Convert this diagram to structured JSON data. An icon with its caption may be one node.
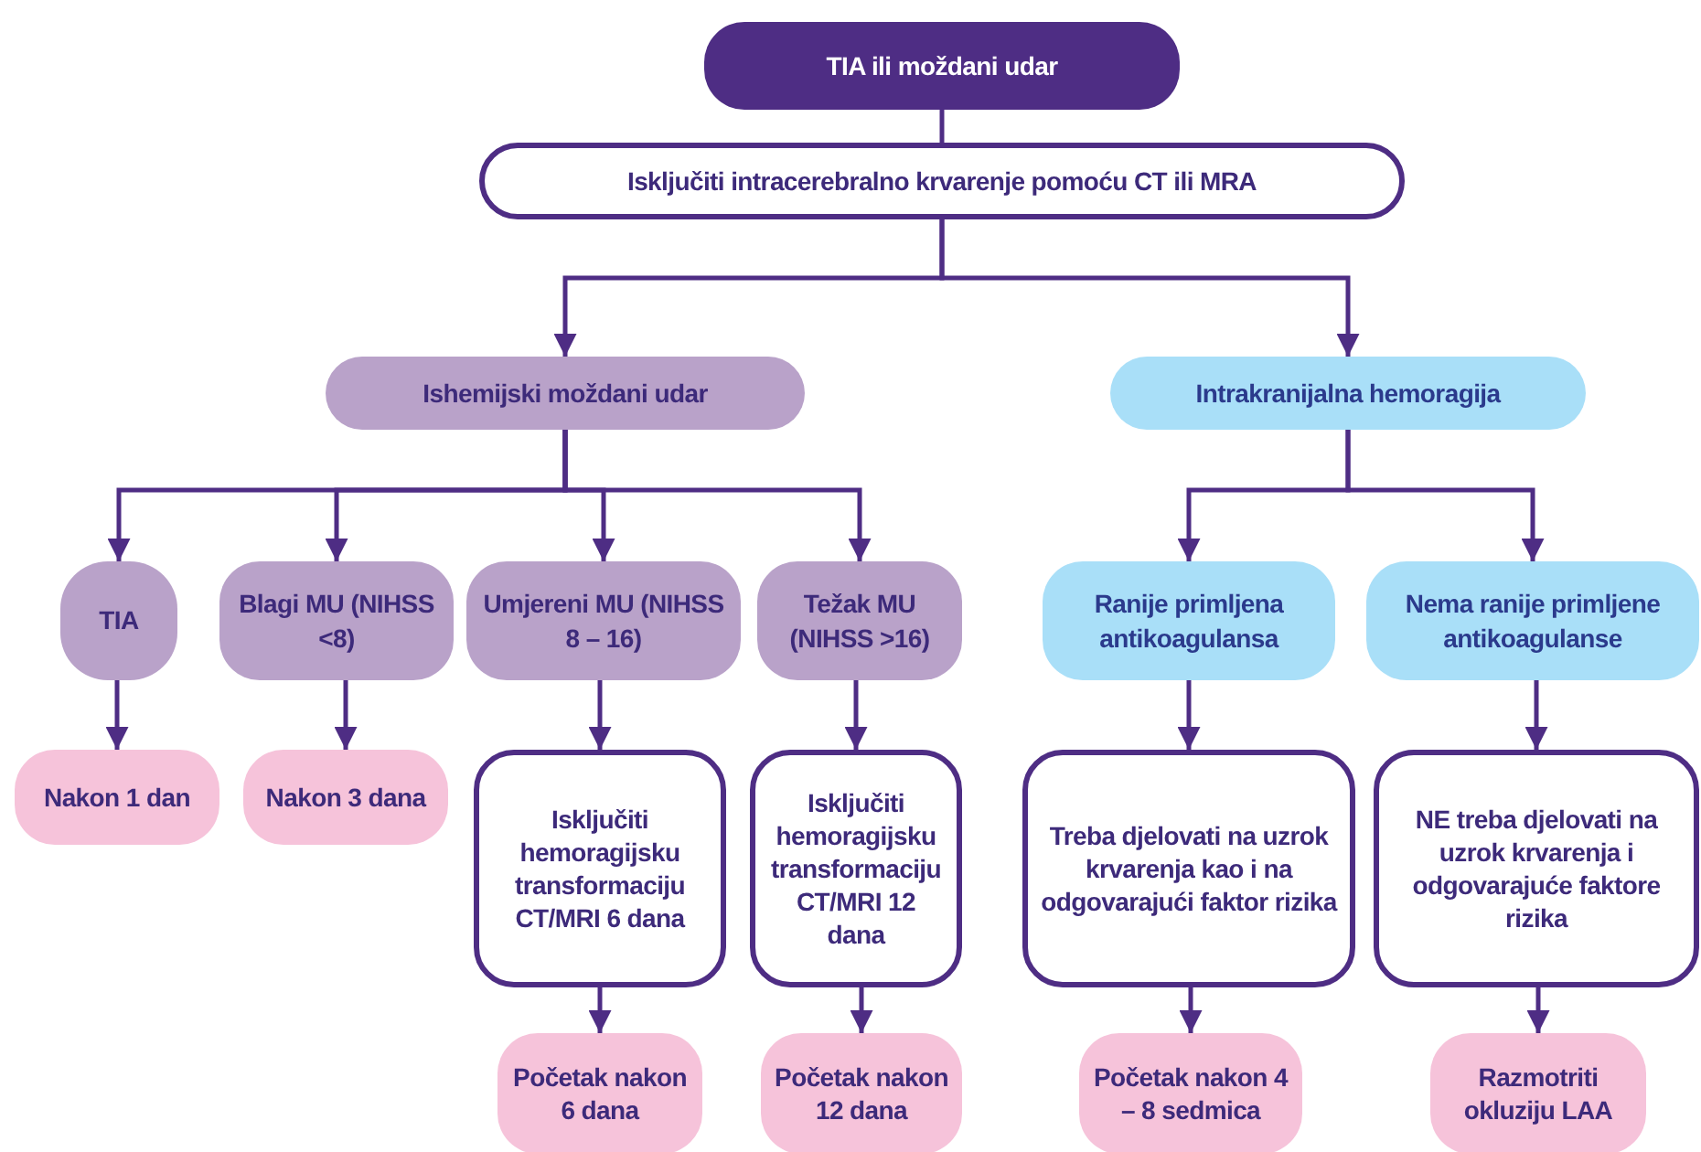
{
  "diagram": {
    "nodes": [
      {
        "text": [
          "TIA ili moždani udar"
        ]
      },
      {
        "text": [
          "Isključiti intracerebralno krvarenje pomoću CT ili MRA"
        ]
      },
      {
        "text": [
          "Ishemijski moždani udar"
        ]
      },
      {
        "text": [
          "Intrakranijalna hemoragija"
        ]
      },
      {
        "text": [
          "TIA"
        ]
      },
      {
        "text": [
          "Blagi MU (NIHSS <8)"
        ]
      },
      {
        "text": [
          "Umjereni MU (NIHSS 8 – 16)"
        ]
      },
      {
        "text": [
          "Težak MU (NIHSS >16)"
        ]
      },
      {
        "text": [
          "Ranije primljena antikoagulansa"
        ]
      },
      {
        "text": [
          "Nema ranije primljene antikoagulanse"
        ]
      },
      {
        "text": [
          "Nakon 1 dan"
        ]
      },
      {
        "text": [
          "Nakon 3 dana"
        ]
      },
      {
        "text": [
          "Isključiti hemoragijsku transformaciju CT/MRI 6 dana"
        ]
      },
      {
        "text": [
          "Isključiti hemoragijsku transformaciju CT/MRI 12 dana"
        ]
      },
      {
        "text": [
          "Treba djelovati na uzrok krvarenja kao i na odgovarajući faktor rizika"
        ]
      },
      {
        "text": [
          "NE treba djelovati na uzrok krvarenja i odgovarajuće faktore rizika"
        ]
      },
      {
        "text": [
          "Početak nakon 6 dana"
        ]
      },
      {
        "text": [
          "Početak nakon 12 dana"
        ]
      },
      {
        "text": [
          "Početak nakon 4 – 8 sedmica"
        ]
      },
      {
        "text": [
          "Razmotriti okluziju LAA"
        ]
      }
    ],
    "edges": [
      {
        "from": 0,
        "to": 1,
        "arrow": "none"
      },
      {
        "from": 1,
        "to": 2,
        "arrow": "to"
      },
      {
        "from": 1,
        "to": 3,
        "arrow": "to"
      },
      {
        "from": 2,
        "to": 4,
        "arrow": "to"
      },
      {
        "from": 2,
        "to": 5,
        "arrow": "to"
      },
      {
        "from": 2,
        "to": 6,
        "arrow": "to"
      },
      {
        "from": 2,
        "to": 7,
        "arrow": "to"
      },
      {
        "from": 3,
        "to": 8,
        "arrow": "to"
      },
      {
        "from": 3,
        "to": 9,
        "arrow": "to"
      },
      {
        "from": 4,
        "to": 10,
        "arrow": "to"
      },
      {
        "from": 5,
        "to": 11,
        "arrow": "to"
      },
      {
        "from": 6,
        "to": 12,
        "arrow": "to"
      },
      {
        "from": 7,
        "to": 13,
        "arrow": "to"
      },
      {
        "from": 8,
        "to": 14,
        "arrow": "to"
      },
      {
        "from": 9,
        "to": 15,
        "arrow": "to"
      },
      {
        "from": 12,
        "to": 16,
        "arrow": "to"
      },
      {
        "from": 13,
        "to": 17,
        "arrow": "to"
      },
      {
        "from": 14,
        "to": 18,
        "arrow": "to"
      },
      {
        "from": 15,
        "to": 19,
        "arrow": "to"
      }
    ]
  }
}
